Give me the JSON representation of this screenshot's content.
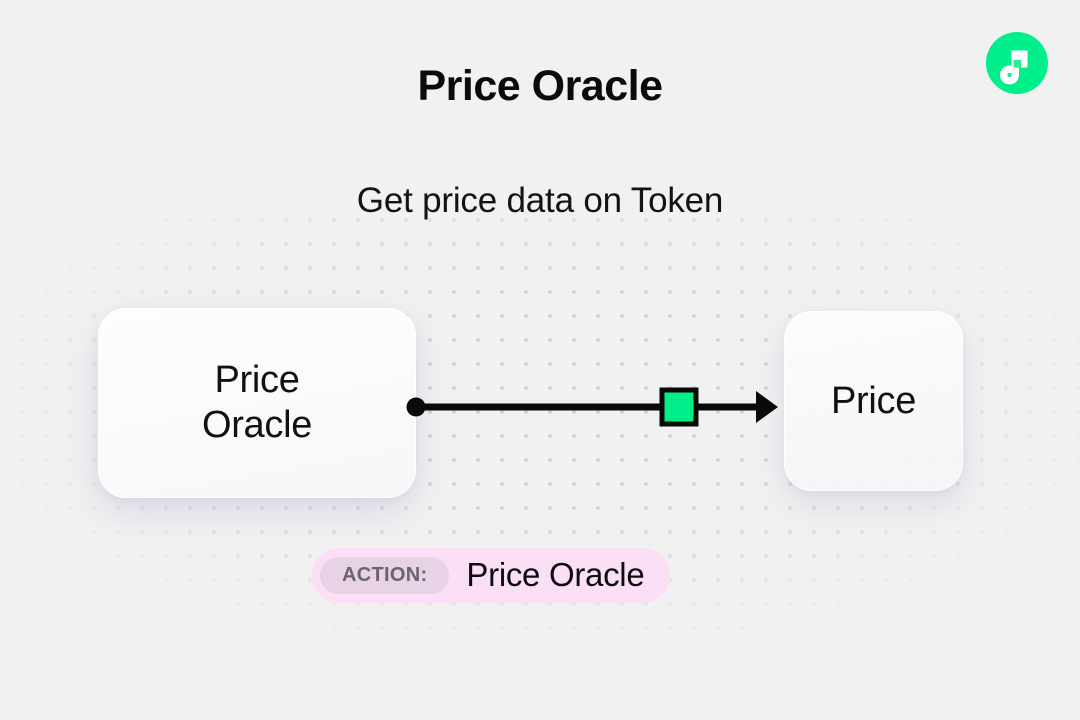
{
  "page": {
    "title": "Price Oracle",
    "subtitle": "Get price data on Token",
    "background_color": "#f1f1f1"
  },
  "brand": {
    "logo_name": "flow-logo",
    "logo_color": "#00ef8b",
    "logo_mark_color": "#ffffff"
  },
  "diagram": {
    "nodes": [
      {
        "id": "source",
        "label": "Price\nOracle",
        "role": "source"
      },
      {
        "id": "target",
        "label": "Price",
        "role": "target"
      }
    ],
    "connector": {
      "start_handle": "dot",
      "end_handle": "arrow",
      "marker": "green-square",
      "marker_color": "#00ef8b",
      "line_color": "#0a0a0a"
    }
  },
  "action": {
    "tag_label": "ACTION:",
    "value": "Price Oracle",
    "pill_color": "#fbdff6",
    "tag_color": "#e8d2e6"
  }
}
